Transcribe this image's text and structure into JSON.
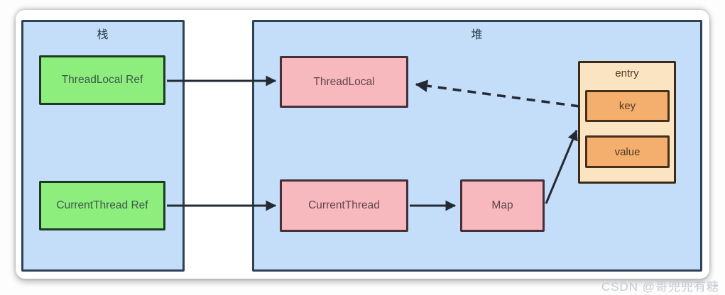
{
  "stack": {
    "label": "栈",
    "nodes": [
      {
        "id": "threadlocal-ref",
        "label": "ThreadLocal Ref"
      },
      {
        "id": "currentthread-ref",
        "label": "CurrentThread Ref"
      }
    ]
  },
  "heap": {
    "label": "堆",
    "nodes": [
      {
        "id": "threadlocal",
        "label": "ThreadLocal"
      },
      {
        "id": "currentthread",
        "label": "CurrentThread"
      },
      {
        "id": "map",
        "label": "Map"
      }
    ],
    "entry": {
      "label": "entry",
      "fields": [
        {
          "id": "key",
          "label": "key"
        },
        {
          "id": "value",
          "label": "value"
        }
      ]
    }
  },
  "edges": [
    {
      "from": "ThreadLocal Ref",
      "to": "ThreadLocal",
      "style": "solid"
    },
    {
      "from": "CurrentThread Ref",
      "to": "CurrentThread",
      "style": "solid"
    },
    {
      "from": "CurrentThread",
      "to": "Map",
      "style": "solid"
    },
    {
      "from": "Map",
      "to": "entry.key",
      "style": "solid"
    },
    {
      "from": "entry.key",
      "to": "ThreadLocal",
      "style": "dashed"
    }
  ],
  "watermark": {
    "text": "CSDN @哥兜兜有糖"
  },
  "colors": {
    "region_fill": "#c4ddf8",
    "region_border": "#2e4257",
    "stack_node_fill": "#8dee7e",
    "stack_node_border": "#1c3b20",
    "heap_node_fill": "#f8b9be",
    "heap_node_border": "#433039",
    "entry_fill": "#fbe4c2",
    "entry_field_fill": "#f4ae6e",
    "entry_border": "#3a2a16",
    "arrow": "#242a33"
  }
}
